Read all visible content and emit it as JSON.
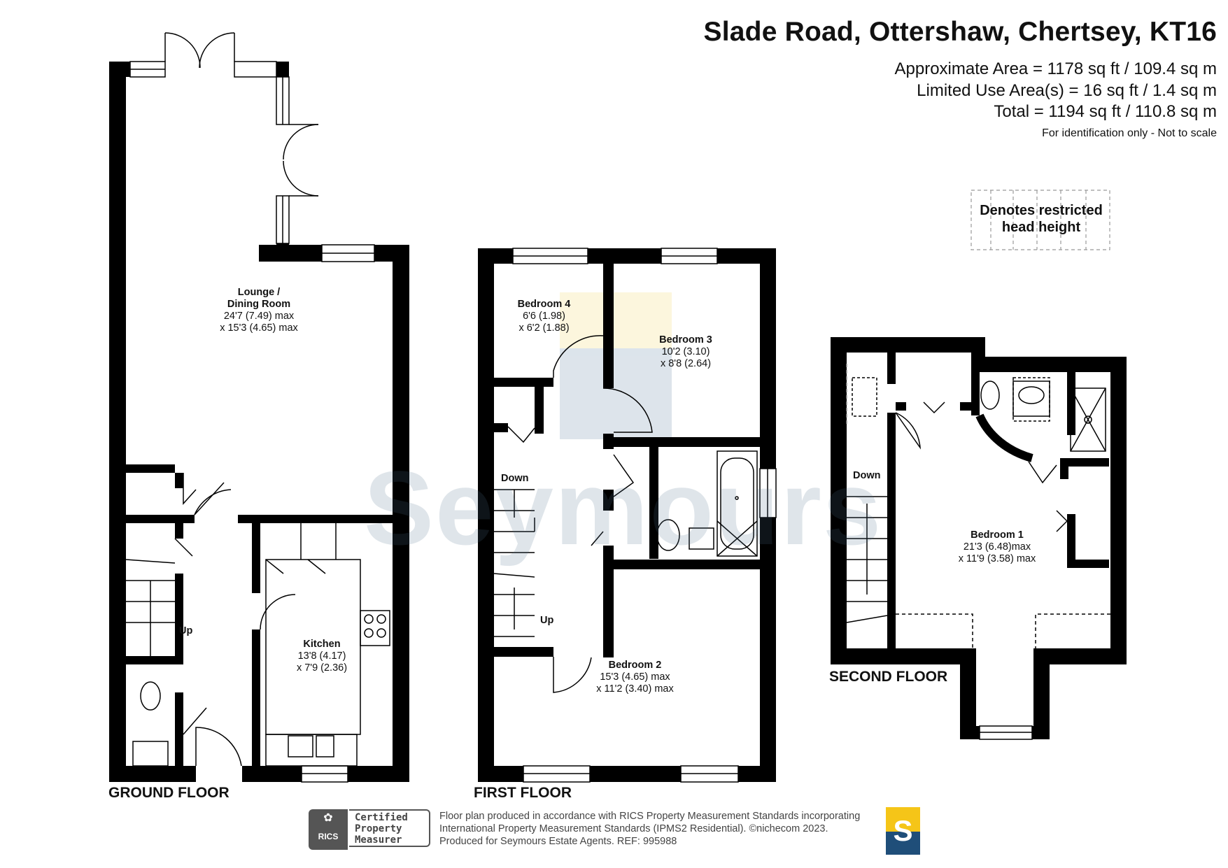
{
  "header": {
    "title": "Slade Road, Ottershaw, Chertsey, KT16",
    "approx_area": "Approximate Area = 1178 sq ft / 109.4 sq m",
    "limited_use": "Limited Use Area(s) = 16 sq ft / 1.4 sq m",
    "total": "Total = 1194 sq ft / 110.8 sq m",
    "note": "For identification only - Not to scale"
  },
  "legend": {
    "line1": "Denotes restricted",
    "line2": "head height"
  },
  "watermark": "Seymours",
  "floors": {
    "ground": "GROUND FLOOR",
    "first": "FIRST FLOOR",
    "second": "SECOND FLOOR"
  },
  "rooms": {
    "lounge": {
      "name1": "Lounge /",
      "name2": "Dining Room",
      "dim1": "24'7 (7.49) max",
      "dim2": "x 15'3 (4.65) max"
    },
    "kitchen": {
      "name": "Kitchen",
      "dim1": "13'8 (4.17)",
      "dim2": "x 7'9 (2.36)"
    },
    "bedroom4": {
      "name": "Bedroom 4",
      "dim1": "6'6 (1.98)",
      "dim2": "x 6'2 (1.88)"
    },
    "bedroom3": {
      "name": "Bedroom 3",
      "dim1": "10'2 (3.10)",
      "dim2": "x 8'8 (2.64)"
    },
    "bedroom2": {
      "name": "Bedroom 2",
      "dim1": "15'3 (4.65) max",
      "dim2": "x 11'2 (3.40) max"
    },
    "bedroom1": {
      "name": "Bedroom 1",
      "dim1": "21'3 (6.48)max",
      "dim2": "x 11'9 (3.58) max"
    }
  },
  "stairs": {
    "up": "Up",
    "down": "Down"
  },
  "rics": {
    "logo": "RICS",
    "cert1": "Certified",
    "cert2": "Property",
    "cert3": "Measurer"
  },
  "footer": {
    "line1": "Floor plan produced in accordance with RICS Property Measurement Standards incorporating",
    "line2": "International Property Measurement Standards (IPMS2 Residential).   ©nichecom 2023.",
    "line3": "Produced for Seymours Estate Agents.   REF:  995988"
  },
  "logo_letter": "S",
  "colors": {
    "wall": "#000000",
    "logo_navy": "#1f4e79",
    "logo_yellow": "#f5c518",
    "watermark": "#4b6e8c"
  }
}
